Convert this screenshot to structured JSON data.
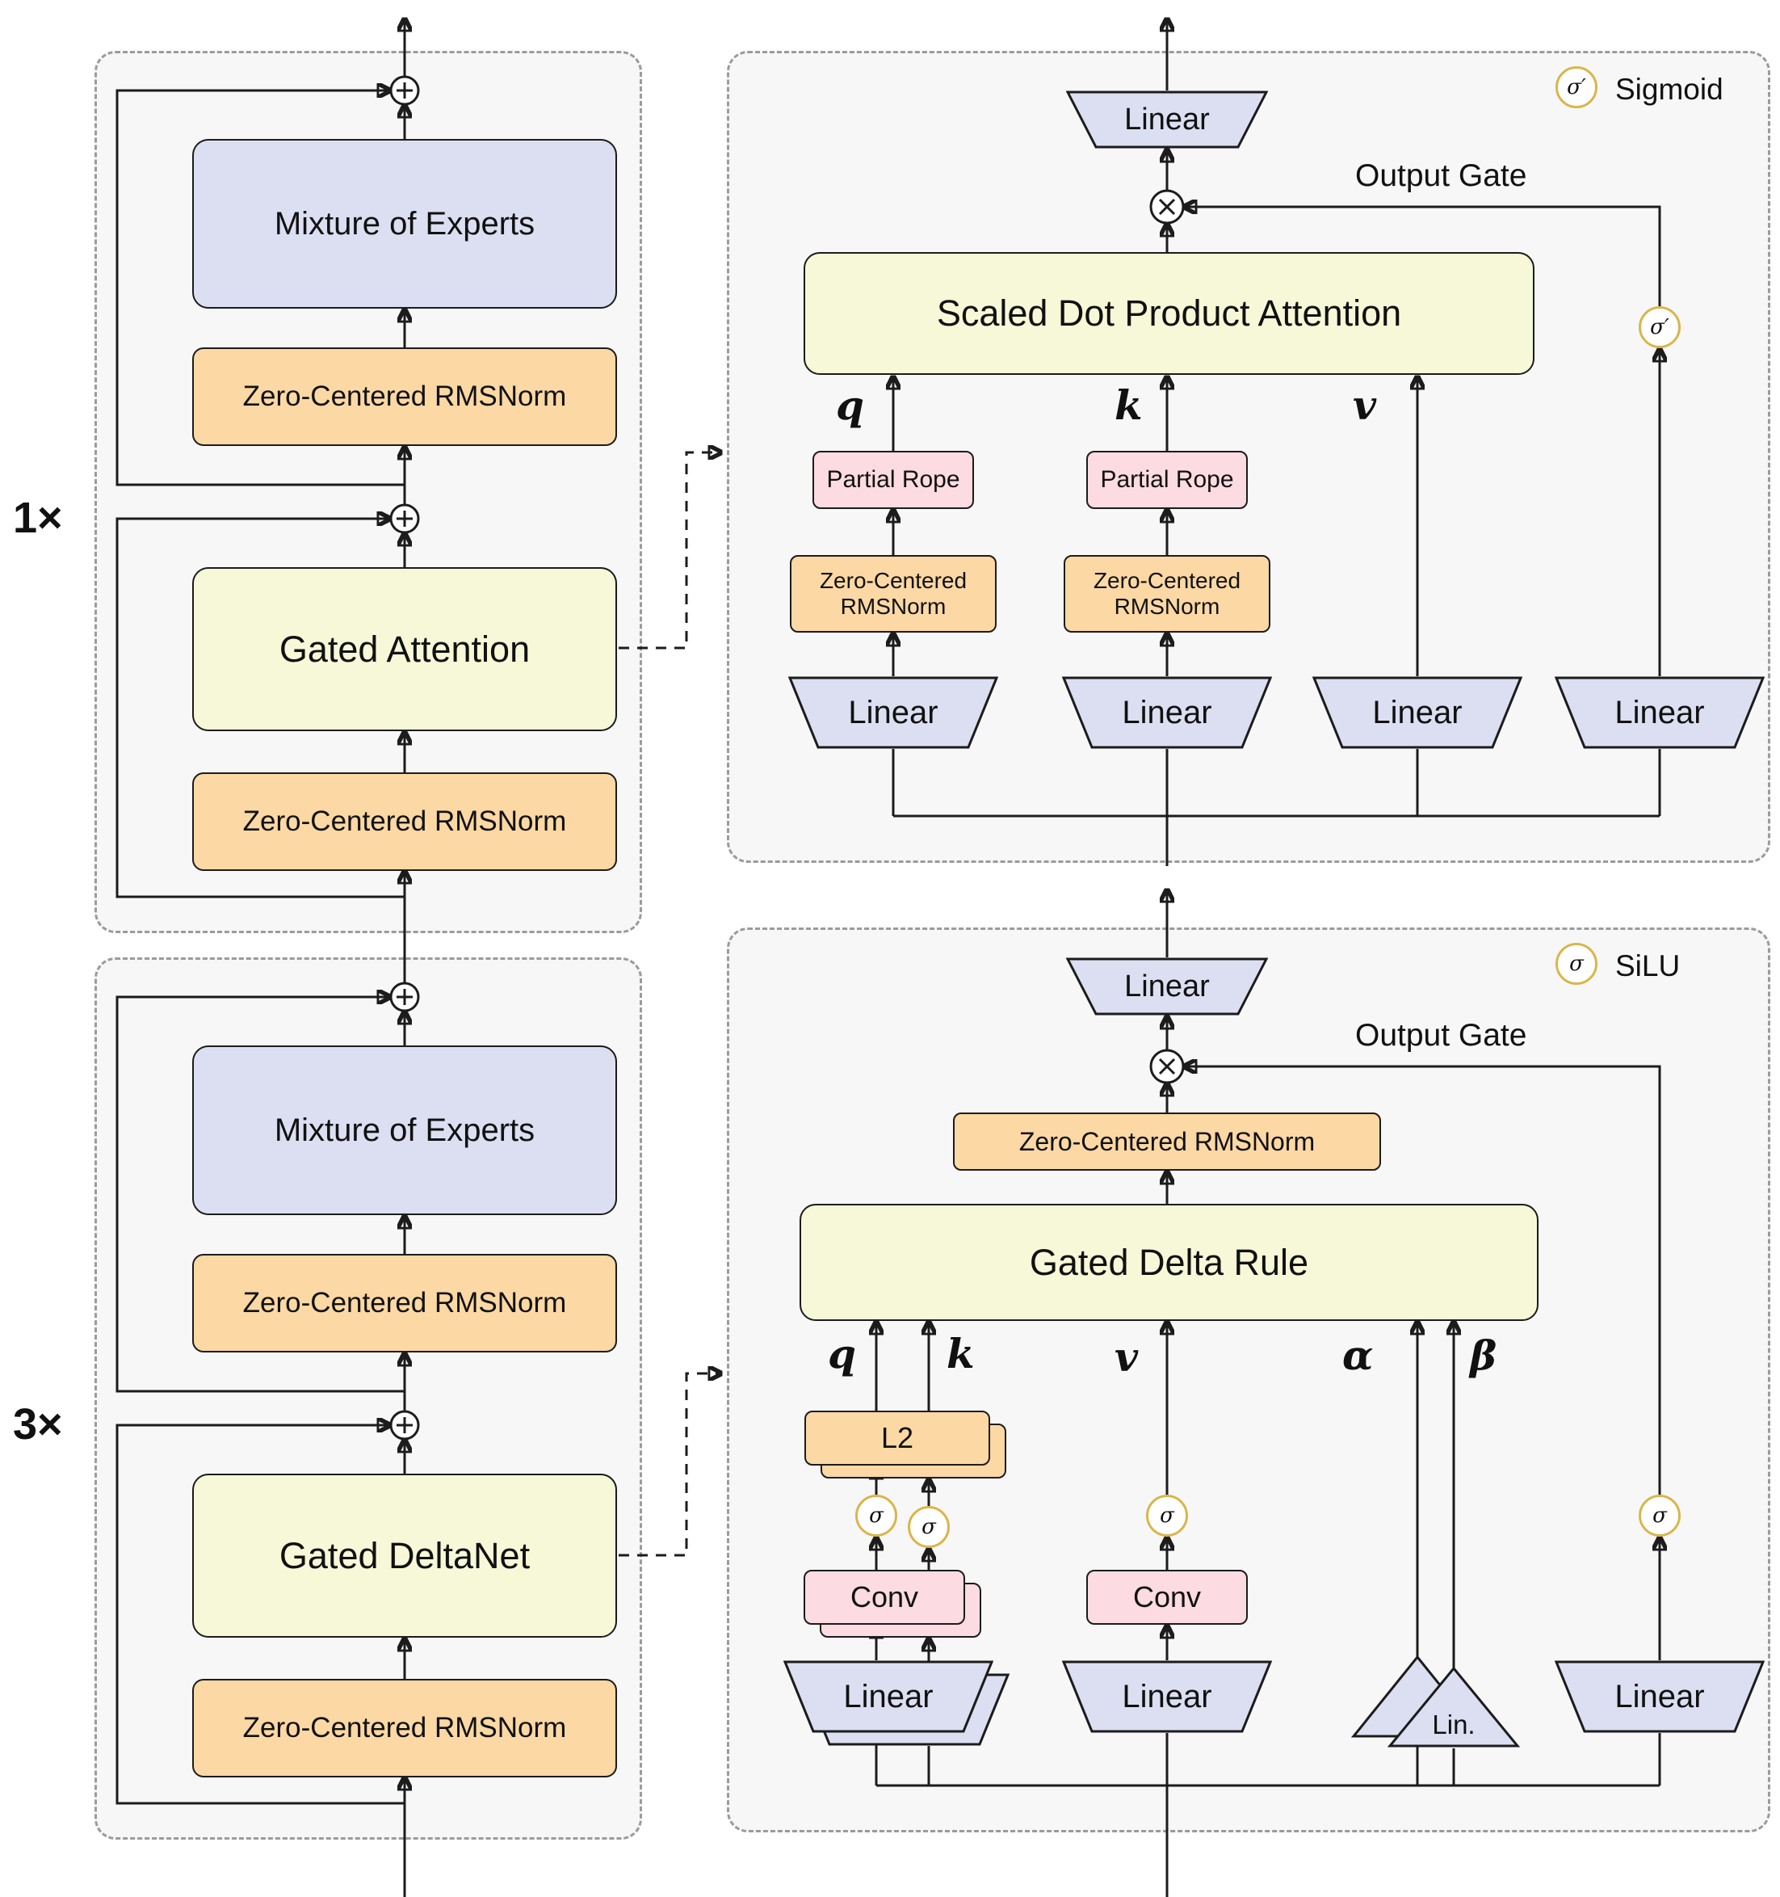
{
  "colors": {
    "line": "#1c1c1c",
    "panel_fill": "#f7f7f8",
    "panel_border": "#9b9b9b",
    "moe_fill": "#dcdff1",
    "linear_fill": "#dcdff1",
    "norm_fill": "#fbd8a4",
    "core_fill": "#f6f8d7",
    "pink_fill": "#fcdbe2",
    "sigma_ring": "#d9b64a"
  },
  "left": {
    "attention_block": {
      "repeat_label": "1×",
      "moe_label": "Mixture of Experts",
      "norm_top_label": "Zero-Centered RMSNorm",
      "core_label": "Gated Attention",
      "norm_bottom_label": "Zero-Centered RMSNorm"
    },
    "deltanet_block": {
      "repeat_label": "3×",
      "moe_label": "Mixture of Experts",
      "norm_top_label": "Zero-Centered RMSNorm",
      "core_label": "Gated DeltaNet",
      "norm_bottom_label": "Zero-Centered RMSNorm"
    }
  },
  "attention_panel": {
    "legend_symbol": "σ′",
    "legend_label": "Sigmoid",
    "out_linear_label": "Linear",
    "output_gate_label": "Output Gate",
    "core_label": "Scaled Dot Product Attention",
    "q_label": "q",
    "k_label": "k",
    "v_label": "v",
    "q_rope_label": "Partial Rope",
    "k_rope_label": "Partial Rope",
    "q_norm_label": "Zero-Centered RMSNorm",
    "k_norm_label": "Zero-Centered RMSNorm",
    "q_linear_label": "Linear",
    "k_linear_label": "Linear",
    "v_linear_label": "Linear",
    "gate_linear_label": "Linear",
    "gate_sigma_label": "σ′"
  },
  "deltanet_panel": {
    "legend_symbol": "σ",
    "legend_label": "SiLU",
    "out_linear_label": "Linear",
    "output_gate_label": "Output Gate",
    "norm_label": "Zero-Centered RMSNorm",
    "core_label": "Gated Delta Rule",
    "q_label": "q",
    "k_label": "k",
    "v_label": "v",
    "alpha_label": "α",
    "beta_label": "β",
    "qk_l2_label": "L2",
    "qk_sigma_front_label": "σ",
    "qk_sigma_back_label": "σ",
    "qk_conv_label": "Conv",
    "qk_linear_label": "Linear",
    "v_sigma_label": "σ",
    "v_conv_label": "Conv",
    "v_linear_label": "Linear",
    "ab_lin_label": "Lin.",
    "gate_sigma_label": "σ",
    "gate_linear_label": "Linear"
  }
}
